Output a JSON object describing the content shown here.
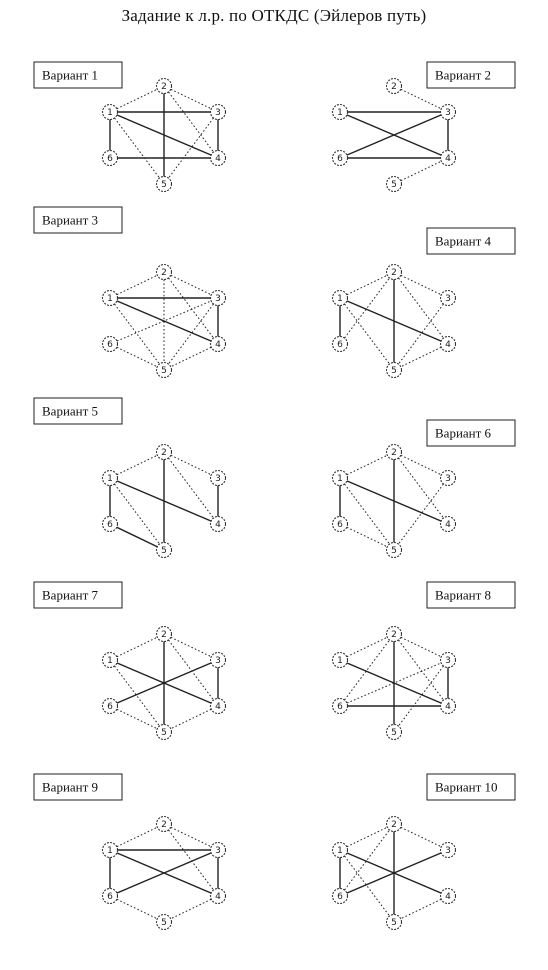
{
  "title": "Задание к л.р. по ОТКДС (Эйлеров путь)",
  "variants": [
    {
      "label": "Вариант 1",
      "nodes": [
        "1",
        "2",
        "3",
        "4",
        "5",
        "6"
      ],
      "edges": [
        [
          "1",
          "3",
          "s"
        ],
        [
          "1",
          "4",
          "s"
        ],
        [
          "2",
          "5",
          "s"
        ],
        [
          "1",
          "6",
          "s"
        ],
        [
          "6",
          "4",
          "s"
        ],
        [
          "3",
          "4",
          "s"
        ],
        [
          "1",
          "2",
          "d"
        ],
        [
          "2",
          "3",
          "d"
        ],
        [
          "2",
          "4",
          "d"
        ],
        [
          "1",
          "5",
          "d"
        ],
        [
          "3",
          "5",
          "d"
        ]
      ]
    },
    {
      "label": "Вариант 2",
      "nodes": [
        "1",
        "2",
        "3",
        "4",
        "5",
        "6"
      ],
      "edges": [
        [
          "1",
          "3",
          "s"
        ],
        [
          "6",
          "4",
          "s"
        ],
        [
          "3",
          "4",
          "s"
        ],
        [
          "1",
          "4",
          "s"
        ],
        [
          "6",
          "3",
          "s"
        ],
        [
          "2",
          "3",
          "d"
        ],
        [
          "5",
          "4",
          "d"
        ]
      ]
    },
    {
      "label": "Вариант 3",
      "nodes": [
        "1",
        "2",
        "3",
        "4",
        "5",
        "6"
      ],
      "edges": [
        [
          "1",
          "3",
          "s"
        ],
        [
          "1",
          "4",
          "s"
        ],
        [
          "3",
          "4",
          "s"
        ],
        [
          "1",
          "2",
          "d"
        ],
        [
          "2",
          "3",
          "d"
        ],
        [
          "2",
          "4",
          "d"
        ],
        [
          "2",
          "5",
          "d"
        ],
        [
          "1",
          "5",
          "d"
        ],
        [
          "3",
          "5",
          "d"
        ],
        [
          "4",
          "5",
          "d"
        ],
        [
          "6",
          "5",
          "d"
        ],
        [
          "6",
          "3",
          "d"
        ]
      ]
    },
    {
      "label": "Вариант 4",
      "nodes": [
        "1",
        "2",
        "3",
        "4",
        "5",
        "6"
      ],
      "edges": [
        [
          "1",
          "6",
          "s"
        ],
        [
          "2",
          "5",
          "s"
        ],
        [
          "1",
          "4",
          "s"
        ],
        [
          "1",
          "2",
          "d"
        ],
        [
          "2",
          "3",
          "d"
        ],
        [
          "2",
          "4",
          "d"
        ],
        [
          "3",
          "5",
          "d"
        ],
        [
          "4",
          "5",
          "d"
        ],
        [
          "1",
          "5",
          "d"
        ],
        [
          "6",
          "2",
          "d"
        ]
      ]
    },
    {
      "label": "Вариант 5",
      "nodes": [
        "1",
        "2",
        "3",
        "4",
        "5",
        "6"
      ],
      "edges": [
        [
          "1",
          "4",
          "s"
        ],
        [
          "2",
          "5",
          "s"
        ],
        [
          "3",
          "4",
          "s"
        ],
        [
          "1",
          "6",
          "s"
        ],
        [
          "6",
          "5",
          "s"
        ],
        [
          "1",
          "2",
          "d"
        ],
        [
          "2",
          "3",
          "d"
        ],
        [
          "2",
          "4",
          "d"
        ],
        [
          "1",
          "5",
          "d"
        ]
      ]
    },
    {
      "label": "Вариант 6",
      "nodes": [
        "1",
        "2",
        "3",
        "4",
        "5",
        "6"
      ],
      "edges": [
        [
          "1",
          "4",
          "s"
        ],
        [
          "2",
          "5",
          "s"
        ],
        [
          "1",
          "6",
          "s"
        ],
        [
          "1",
          "2",
          "d"
        ],
        [
          "2",
          "3",
          "d"
        ],
        [
          "2",
          "4",
          "d"
        ],
        [
          "1",
          "5",
          "d"
        ],
        [
          "3",
          "5",
          "d"
        ],
        [
          "6",
          "5",
          "d"
        ]
      ]
    },
    {
      "label": "Вариант 7",
      "nodes": [
        "1",
        "2",
        "3",
        "4",
        "5",
        "6"
      ],
      "edges": [
        [
          "1",
          "4",
          "s"
        ],
        [
          "6",
          "3",
          "s"
        ],
        [
          "2",
          "5",
          "s"
        ],
        [
          "3",
          "4",
          "s"
        ],
        [
          "1",
          "2",
          "d"
        ],
        [
          "2",
          "3",
          "d"
        ],
        [
          "2",
          "4",
          "d"
        ],
        [
          "1",
          "5",
          "d"
        ],
        [
          "6",
          "5",
          "d"
        ],
        [
          "4",
          "5",
          "d"
        ]
      ]
    },
    {
      "label": "Вариант 8",
      "nodes": [
        "1",
        "2",
        "3",
        "4",
        "5",
        "6"
      ],
      "edges": [
        [
          "6",
          "4",
          "s"
        ],
        [
          "2",
          "5",
          "s"
        ],
        [
          "3",
          "4",
          "s"
        ],
        [
          "1",
          "4",
          "s"
        ],
        [
          "1",
          "2",
          "d"
        ],
        [
          "2",
          "3",
          "d"
        ],
        [
          "2",
          "4",
          "d"
        ],
        [
          "6",
          "3",
          "d"
        ],
        [
          "3",
          "5",
          "d"
        ],
        [
          "6",
          "2",
          "d"
        ]
      ]
    },
    {
      "label": "Вариант 9",
      "nodes": [
        "1",
        "2",
        "3",
        "4",
        "5",
        "6"
      ],
      "edges": [
        [
          "1",
          "3",
          "s"
        ],
        [
          "1",
          "4",
          "s"
        ],
        [
          "6",
          "3",
          "s"
        ],
        [
          "1",
          "6",
          "s"
        ],
        [
          "3",
          "4",
          "s"
        ],
        [
          "1",
          "2",
          "d"
        ],
        [
          "2",
          "3",
          "d"
        ],
        [
          "2",
          "4",
          "d"
        ],
        [
          "6",
          "5",
          "d"
        ],
        [
          "4",
          "5",
          "d"
        ]
      ]
    },
    {
      "label": "Вариант 10",
      "nodes": [
        "1",
        "2",
        "3",
        "4",
        "5",
        "6"
      ],
      "edges": [
        [
          "1",
          "4",
          "s"
        ],
        [
          "6",
          "3",
          "s"
        ],
        [
          "2",
          "5",
          "s"
        ],
        [
          "1",
          "6",
          "s"
        ],
        [
          "1",
          "2",
          "d"
        ],
        [
          "2",
          "3",
          "d"
        ],
        [
          "1",
          "5",
          "d"
        ],
        [
          "6",
          "2",
          "d"
        ],
        [
          "4",
          "5",
          "d"
        ]
      ]
    }
  ]
}
